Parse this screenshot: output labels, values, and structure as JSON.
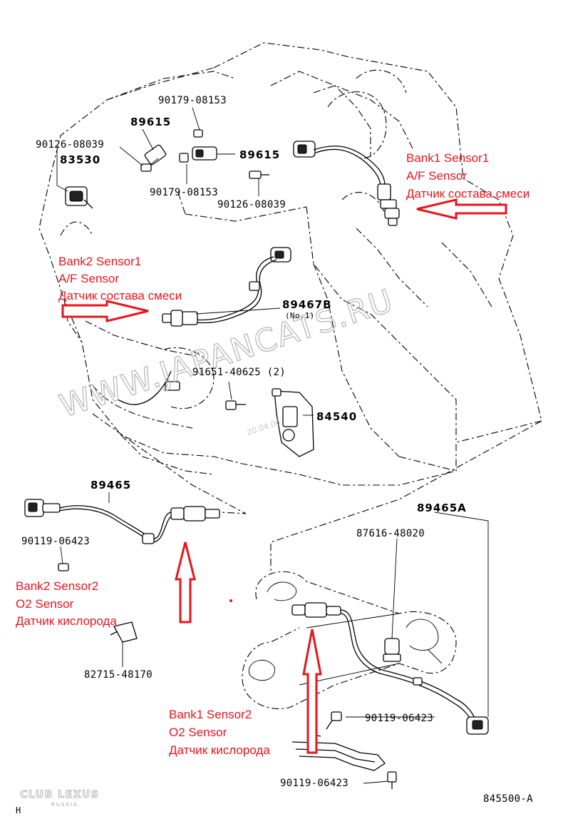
{
  "labels": {
    "p90179_top": "90179-08153",
    "p89615_left": "89615",
    "p90126_left": "90126-08039",
    "p83530": "83530",
    "p89615_right": "89615",
    "p90179_mid": "90179-08153",
    "p90126_mid": "90126-08039",
    "p89467b": "89467B",
    "p89467b_sub": "(No.1)",
    "p91651": "91651-40625 (2)",
    "p84540": "84540",
    "p89465": "89465",
    "p90119_left": "90119-06423",
    "p82715": "82715-48170",
    "p89465a": "89465A",
    "p87616": "87616-48020",
    "p90119_right": "90119-06423",
    "p90119_bottom": "90119-06423",
    "p845500a": "845500-A",
    "corner_h": "H"
  },
  "annotations": {
    "bank1_sensor1": [
      "Bank1 Sensor1",
      "A/F Sensor",
      "Датчик состава смеси"
    ],
    "bank2_sensor1": [
      "Bank2 Sensor1",
      "A/F Sensor",
      "Датчик состава смеси"
    ],
    "bank2_sensor2": [
      "Bank2 Sensor2",
      "O2 Sensor",
      "Датчик кислорода"
    ],
    "bank1_sensor2": [
      "Bank1 Sensor2",
      "O2 Sensor",
      "Датчик кислорода"
    ]
  },
  "watermark": "WWW.JAPANCATS.RU",
  "stamp": "20.04.06",
  "logo": {
    "main": "CLUB LEXUS",
    "sub": "RUSSIA"
  },
  "colors": {
    "annotation": "#e8141c",
    "line": "#000000",
    "watermark": "#b8b8b8"
  }
}
